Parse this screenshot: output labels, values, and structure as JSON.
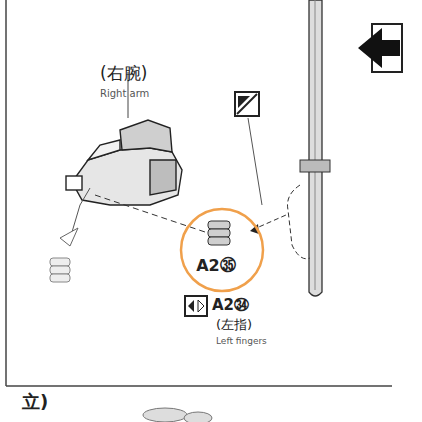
{
  "diagram": {
    "nodes": [
      {
        "text": [
          "A2㉟"
        ]
      }
    ],
    "labels": [
      "(右腕)",
      "Right arm",
      "A2㉞",
      "(左指)",
      "Left fingers",
      "立)"
    ]
  }
}
